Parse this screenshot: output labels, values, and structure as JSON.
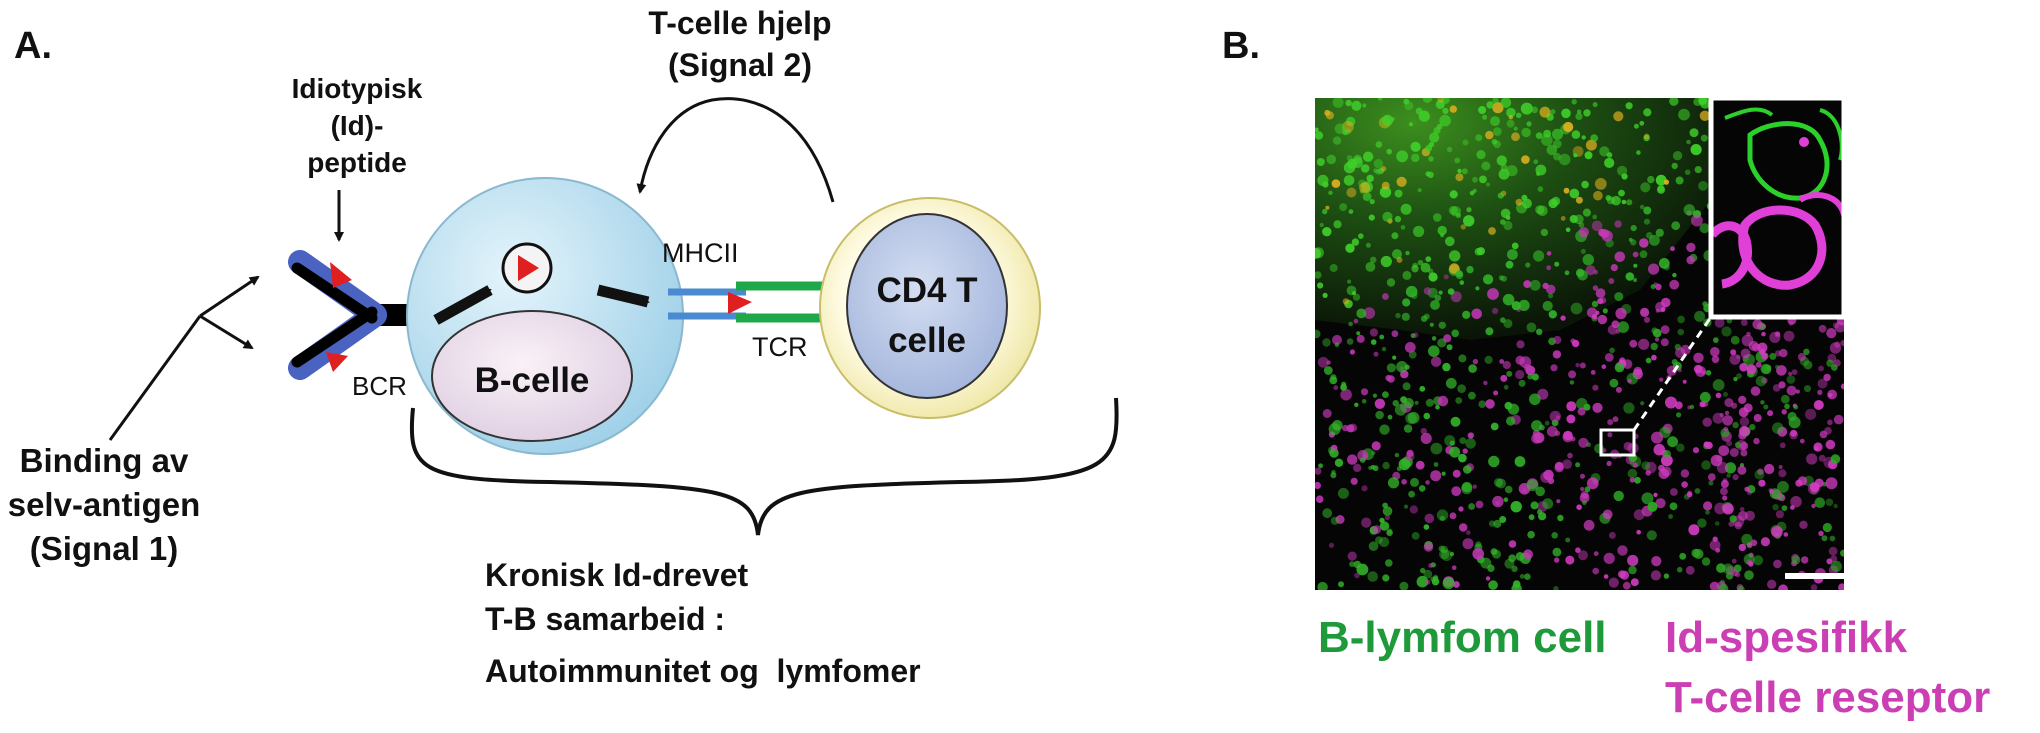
{
  "panel_a": {
    "letter": "A.",
    "idiotype_label": [
      "Idiotypisk",
      "(Id)-",
      "peptide"
    ],
    "t_help_label": [
      "T-celle hjelp",
      "(Signal 2)"
    ],
    "mhc_label": "MHCII",
    "tcr_label": "TCR",
    "bcr_label": "BCR",
    "b_cell_label": "B-celle",
    "cd4_label": [
      "CD4 T",
      "celle"
    ],
    "binding_label": [
      "Binding av",
      "selv-antigen",
      "(Signal 1)"
    ],
    "outcome_label": [
      "Kronisk Id-drevet",
      "T-B samarbeid :",
      "Autoimmunitet og  lymfomer"
    ]
  },
  "panel_b": {
    "letter": "B.",
    "green_caption": "B-lymfom cell",
    "magenta_caption": [
      "Id-spesifikk",
      "T-celle reseptor"
    ]
  },
  "colors": {
    "green": "#1f9a3a",
    "magenta": "#cc3fb4",
    "b_cell_fill": "#c4e4f2",
    "t_cell_fill": "#fbf6c4",
    "nucleus_b": "#efe0ea",
    "nucleus_t": "#b8c7e6",
    "antibody_blue": "#4a62c0",
    "peptide_red": "#e02020"
  }
}
